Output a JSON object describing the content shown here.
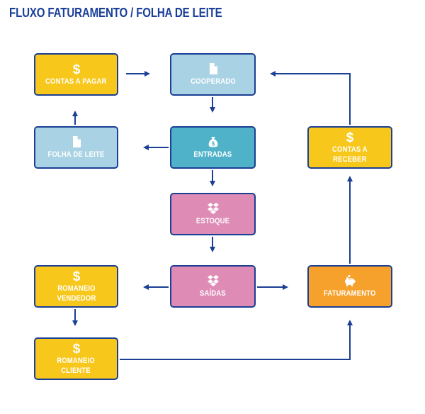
{
  "title": "FLUXO FATURAMENTO / FOLHA DE LEITE",
  "nodes": {
    "contas_pagar": {
      "label": "CONTAS A PAGAR",
      "icon": "dollar-icon",
      "color": "#f7c71b"
    },
    "cooperado": {
      "label": "COOPERADO",
      "icon": "document-icon",
      "color": "#a9d3e4"
    },
    "folha_leite": {
      "label": "FOLHA DE LEITE",
      "icon": "document-icon",
      "color": "#a9d3e4"
    },
    "entradas": {
      "label": "ENTRADAS",
      "icon": "money-bag-icon",
      "color": "#4fb2c8"
    },
    "contas_receber": {
      "label": "CONTAS A\nRECEBER",
      "icon": "dollar-icon",
      "color": "#f7c71b"
    },
    "estoque": {
      "label": "ESTOQUE",
      "icon": "dropbox-icon",
      "color": "#de8cb6"
    },
    "romaneio_vendedor": {
      "label": "ROMANEIO\nVENDEDOR",
      "icon": "dollar-icon",
      "color": "#f7c71b"
    },
    "saidas": {
      "label": "SAÍDAS",
      "icon": "dropbox-icon",
      "color": "#de8cb6"
    },
    "faturamento": {
      "label": "FATURAMENTO",
      "icon": "piggy-bank-icon",
      "color": "#f7a12d"
    },
    "romaneio_cliente": {
      "label": "ROMANEIO\nCLIENTE",
      "icon": "dollar-icon",
      "color": "#f7c71b"
    }
  },
  "colors": {
    "border": "#1b3f94",
    "arrow": "#1b3f94",
    "title": "#1a3f9a"
  }
}
